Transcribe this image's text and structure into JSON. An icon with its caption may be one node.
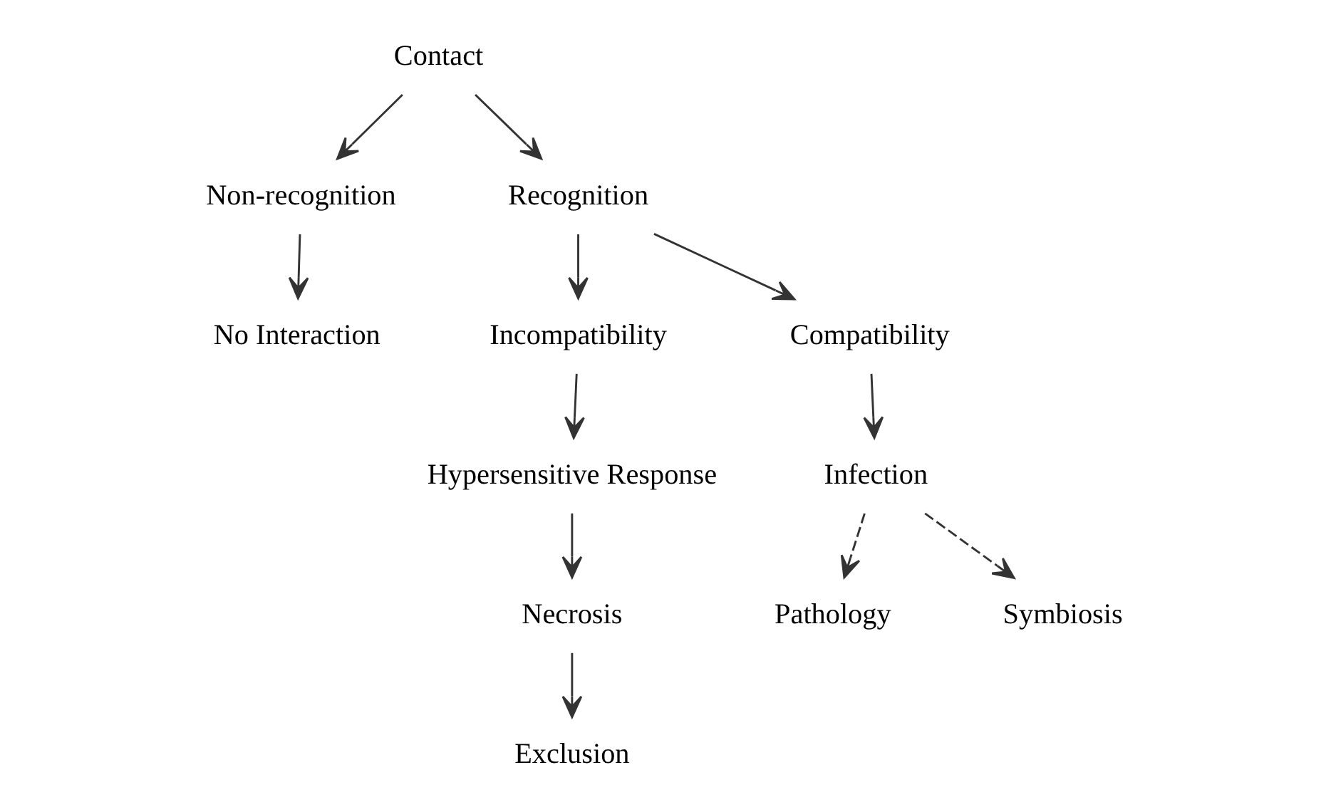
{
  "diagram": {
    "nodes": [
      {
        "text": [
          "Contact"
        ]
      },
      {
        "text": [
          "Non-recognition"
        ]
      },
      {
        "text": [
          "Recognition"
        ]
      },
      {
        "text": [
          "No Interaction"
        ]
      },
      {
        "text": [
          "Incompatibility"
        ]
      },
      {
        "text": [
          "Compatibility"
        ]
      },
      {
        "text": [
          "Hypersensitive Response"
        ]
      },
      {
        "text": [
          "Infection"
        ]
      },
      {
        "text": [
          "Necrosis"
        ]
      },
      {
        "text": [
          "Exclusion"
        ]
      },
      {
        "text": [
          "Pathology"
        ]
      },
      {
        "text": [
          "Symbiosis"
        ]
      }
    ],
    "edges": [
      {
        "from": 0,
        "to": 1,
        "arrow": "to"
      },
      {
        "from": 0,
        "to": 2,
        "arrow": "to"
      },
      {
        "from": 1,
        "to": 3,
        "arrow": "to"
      },
      {
        "from": 2,
        "to": 4,
        "arrow": "to"
      },
      {
        "from": 2,
        "to": 5,
        "arrow": "to"
      },
      {
        "from": 4,
        "to": 6,
        "arrow": "to"
      },
      {
        "from": 5,
        "to": 7,
        "arrow": "to"
      },
      {
        "from": 6,
        "to": 8,
        "arrow": "to"
      },
      {
        "from": 8,
        "to": 9,
        "arrow": "to"
      },
      {
        "from": 7,
        "to": 10,
        "arrow": "to",
        "style": "dashed"
      },
      {
        "from": 7,
        "to": 11,
        "arrow": "to",
        "style": "dashed"
      }
    ]
  }
}
